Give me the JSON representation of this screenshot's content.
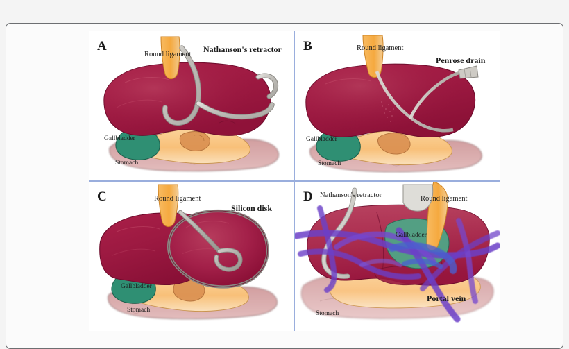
{
  "figure": {
    "type": "medical-illustration",
    "layout": "2x2 grid of surgical schematic drawings",
    "background_color": "#f4f4f4",
    "canvas_color": "#ffffff",
    "divider_color": "#9aaedd",
    "frame_color": "#6d6f72"
  },
  "palette": {
    "liver": "#a81e48",
    "liver_dark": "#8d1039",
    "liver_light": "#c0566f",
    "gallbladder": "#2f8f73",
    "stomach": "#c79093",
    "duodenum": "#f7c07a",
    "round_ligament": "#f5a93f",
    "retractor_metal": "#c9c7c2",
    "portal_vein": "#6b3fc8",
    "vein_blue": "#4a5fd0",
    "text": "#1b1b1b"
  },
  "panels": [
    {
      "id": "a",
      "letter": "A",
      "labels": [
        {
          "text": "Round ligament",
          "style": "regular",
          "name": "round-ligament-label"
        },
        {
          "text": "Nathanson's retractor",
          "style": "bold",
          "name": "nathanson-retractor-label"
        },
        {
          "text": "Gallbladder",
          "style": "regular",
          "name": "gallbladder-label"
        },
        {
          "text": "Stomach",
          "style": "regular",
          "name": "stomach-label"
        }
      ]
    },
    {
      "id": "b",
      "letter": "B",
      "labels": [
        {
          "text": "Round ligament",
          "style": "regular",
          "name": "round-ligament-label"
        },
        {
          "text": "Penrose drain",
          "style": "bold",
          "name": "penrose-drain-label"
        },
        {
          "text": "Gallbladder",
          "style": "regular",
          "name": "gallbladder-label"
        },
        {
          "text": "Stomach",
          "style": "regular",
          "name": "stomach-label"
        }
      ]
    },
    {
      "id": "c",
      "letter": "C",
      "labels": [
        {
          "text": "Round ligament",
          "style": "regular",
          "name": "round-ligament-label"
        },
        {
          "text": "Silicon disk",
          "style": "bold",
          "name": "silicon-disk-label"
        },
        {
          "text": "Gallbladder",
          "style": "regular",
          "name": "gallbladder-label"
        },
        {
          "text": "Stomach",
          "style": "regular",
          "name": "stomach-label"
        }
      ]
    },
    {
      "id": "d",
      "letter": "D",
      "labels": [
        {
          "text": "Nathanson's retractor",
          "style": "regular",
          "name": "nathanson-retractor-label"
        },
        {
          "text": "Round ligament",
          "style": "regular",
          "name": "round-ligament-label"
        },
        {
          "text": "Gallbladder",
          "style": "regular",
          "name": "gallbladder-label"
        },
        {
          "text": "Portal vein",
          "style": "bold",
          "name": "portal-vein-label"
        },
        {
          "text": "Stomach",
          "style": "regular",
          "name": "stomach-label"
        }
      ]
    }
  ]
}
